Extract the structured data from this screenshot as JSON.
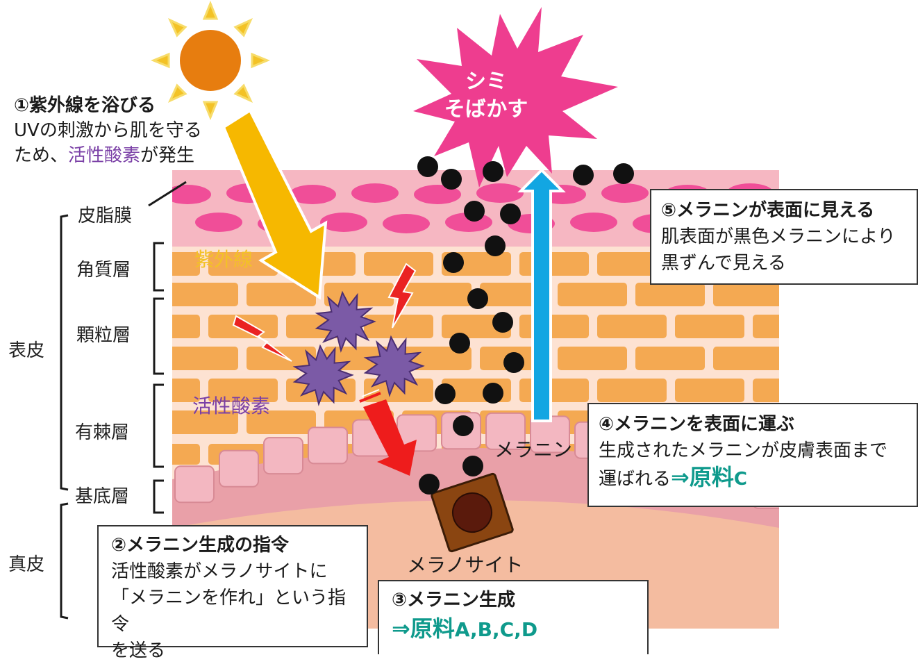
{
  "colors": {
    "skin_bg": "#f7bfa0",
    "sebum": "#f6b7c2",
    "sebum_spot": "#f04e98",
    "horny_band": "#fde7dc",
    "cell": "#f4a952",
    "basal_cell": "#f3b7c1",
    "dermis": "#f4bca0",
    "sun": "#e77d0f",
    "sun_ray": "#f3c226",
    "uv_arrow": "#f6b800",
    "spot_burst": "#ee3d8f",
    "melanin_arrow": "#12a6e2",
    "lightning": "#ea2222",
    "signal_arrow": "#ee1c1c",
    "ros": "#7b5aa6",
    "melanocyte": "#8a4511",
    "melanocyte_core": "#5a1a0c",
    "teal": "#0f9a8c",
    "purple": "#7a3fa6"
  },
  "diagram": {
    "burst_line1": "シミ",
    "burst_line2": "そばかす",
    "uv_label": "紫外線",
    "ros_label": "活性酸素",
    "melanin_label": "メラニン",
    "melanocyte_label": "メラノサイト",
    "layers": {
      "sebum": "皮脂膜",
      "horny": "角質層",
      "granular": "顆粒層",
      "spinous": "有棘層",
      "basal": "基底層"
    },
    "groups": {
      "epidermis": "表皮",
      "dermis": "真皮"
    }
  },
  "step1": {
    "title": "①紫外線を浴びる",
    "line1": "UVの刺激から肌を守る",
    "line2_pre": "ため、",
    "line2_highlight": "活性酸素",
    "line2_post": "が発生"
  },
  "step2": {
    "title": "②メラニン生成の指令",
    "line1": "活性酸素がメラノサイトに",
    "line2": "「メラニンを作れ」という指令",
    "line3": "を送る"
  },
  "step3": {
    "title": "③メラニン生成",
    "result_arrow": "⇒",
    "result_word": "原料",
    "result_items": "A,B,C,D"
  },
  "step4": {
    "title": "④メラニンを表面に運ぶ",
    "line1": "生成されたメラニンが皮膚表面まで",
    "line2": "運ばれる",
    "result_arrow": "⇒",
    "result_word": "原料",
    "result_items": "C"
  },
  "step5": {
    "title": "⑤メラニンが表面に見える",
    "line1": "肌表面が黒色メラニンにより",
    "line2": "黒ずんで見える"
  }
}
